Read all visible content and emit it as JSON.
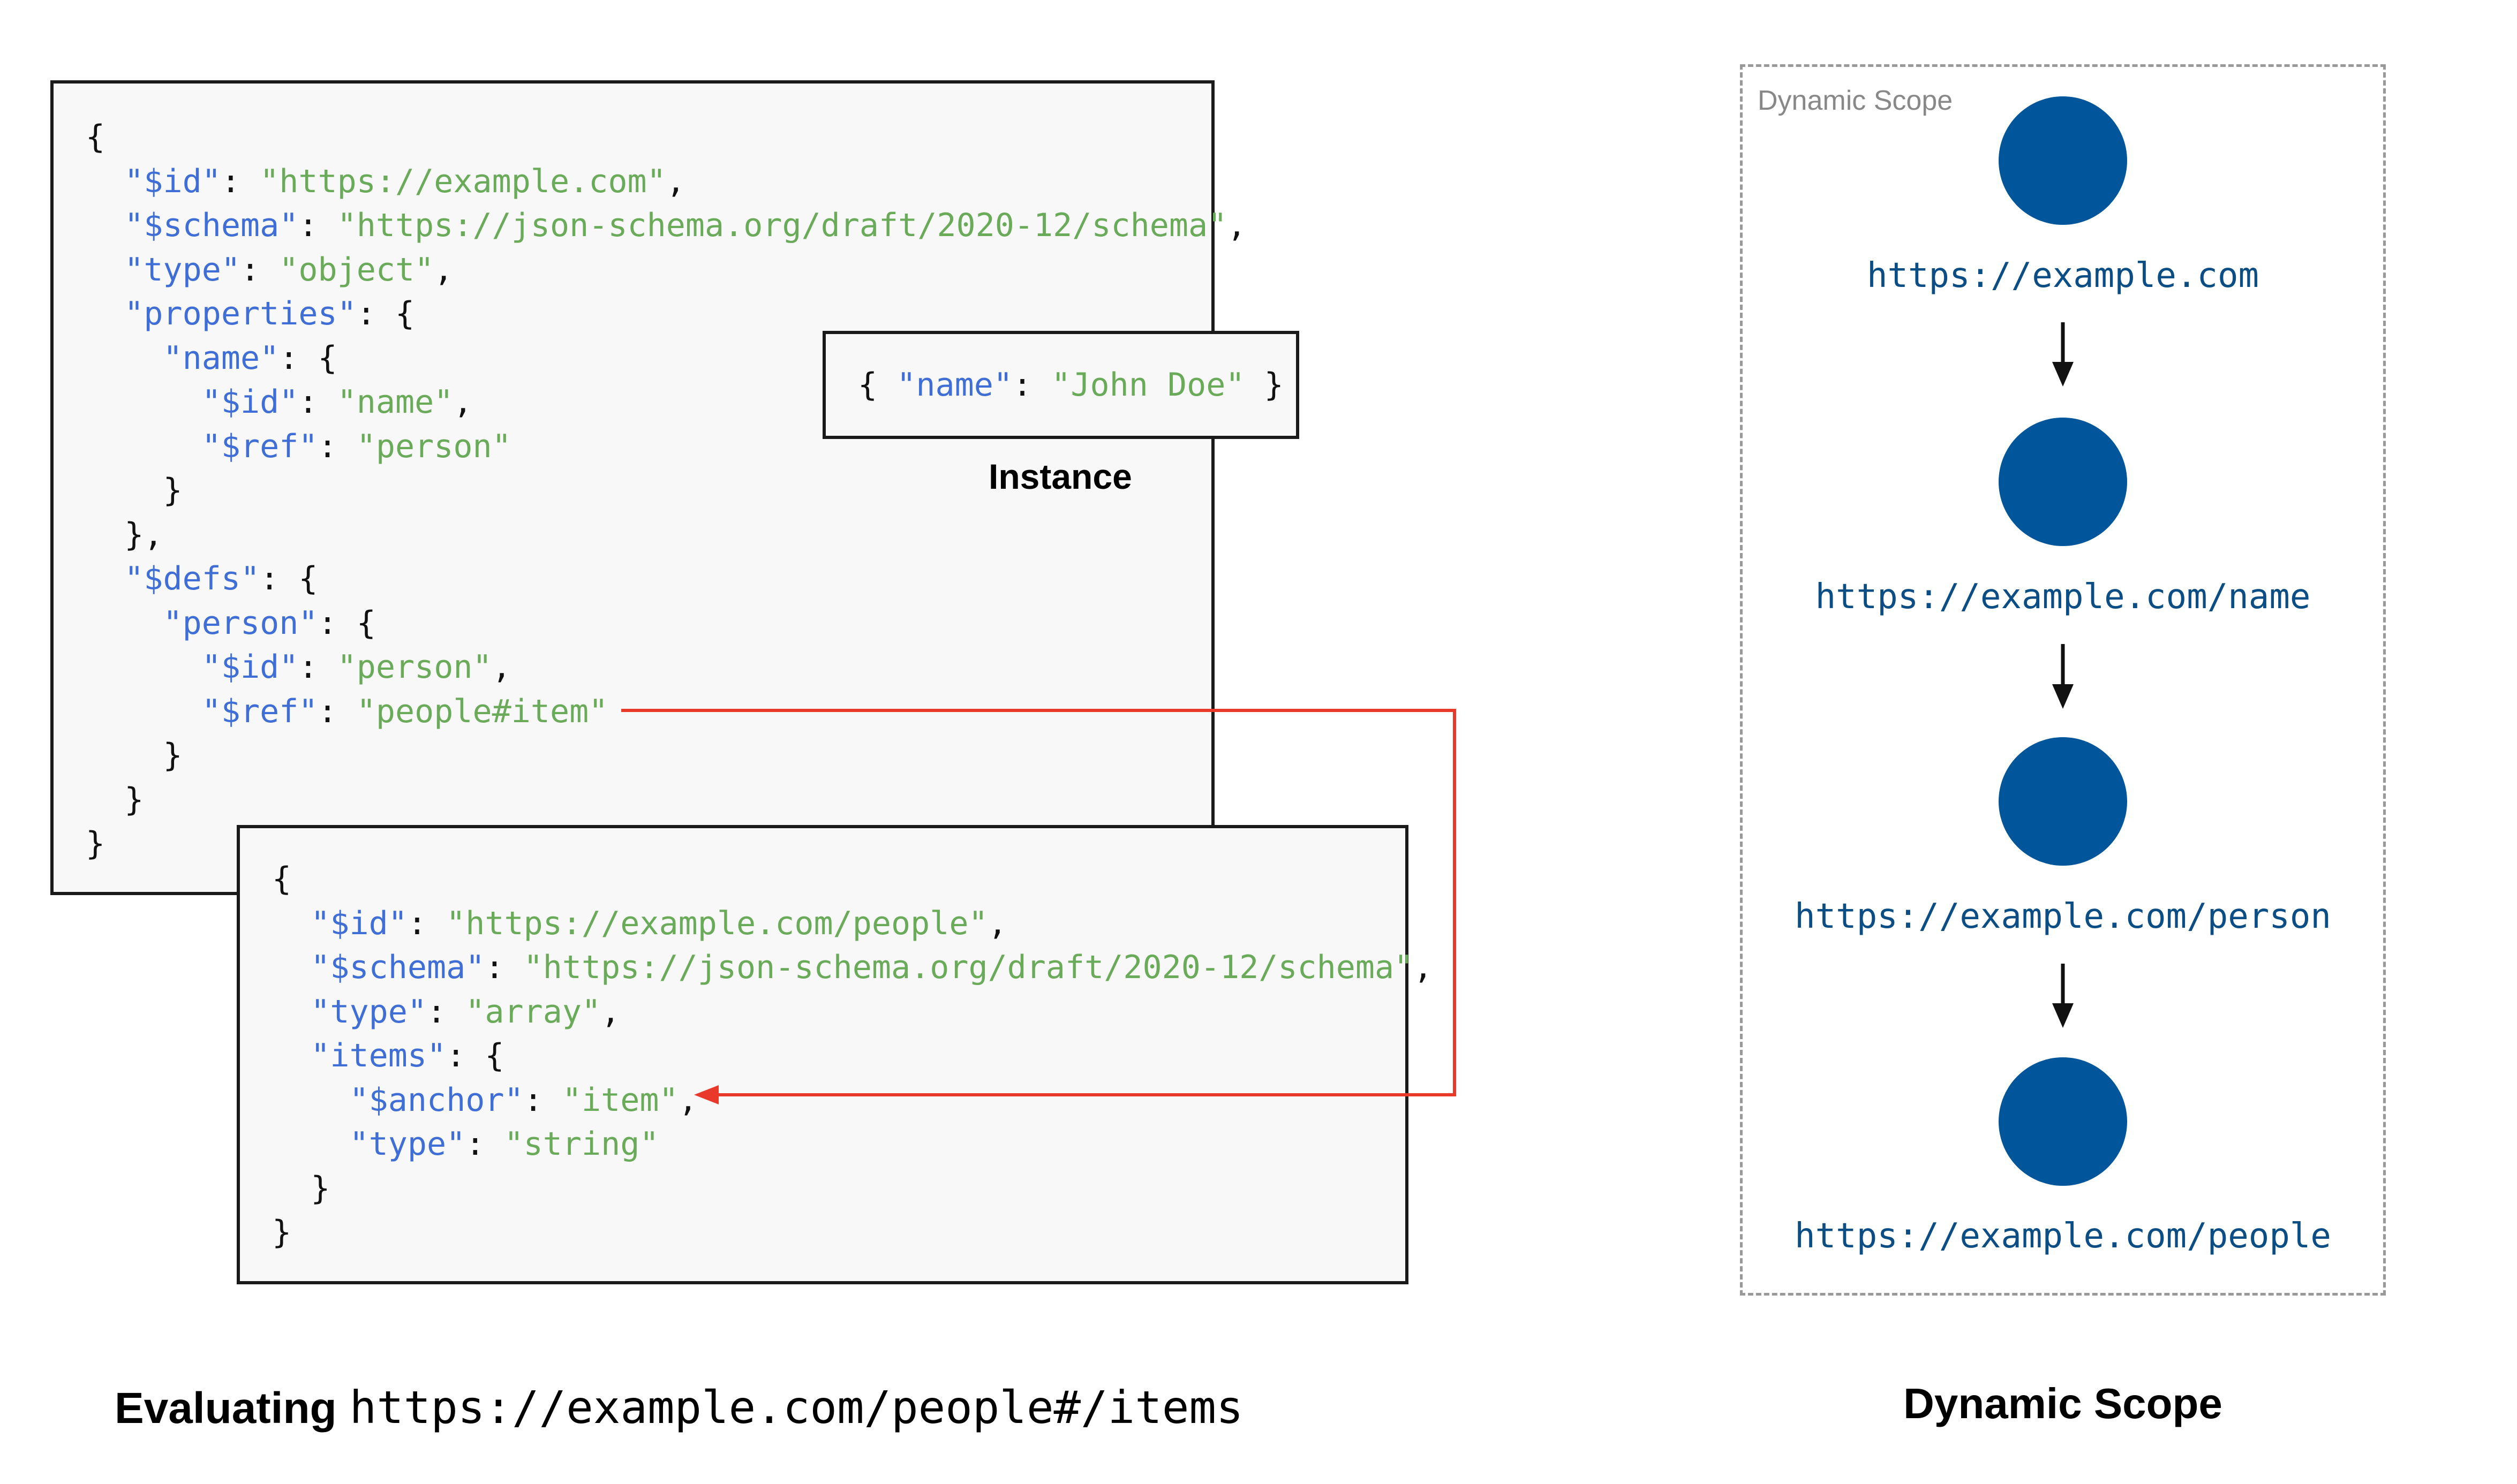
{
  "main_schema": {
    "lines": [
      [
        [
          "p",
          "{"
        ]
      ],
      [
        [
          "p",
          "  "
        ],
        [
          "k",
          "\"$id\""
        ],
        [
          "p",
          ": "
        ],
        [
          "s",
          "\"https://example.com\""
        ],
        [
          "p",
          ","
        ]
      ],
      [
        [
          "p",
          "  "
        ],
        [
          "k",
          "\"$schema\""
        ],
        [
          "p",
          ": "
        ],
        [
          "s",
          "\"https://json-schema.org/draft/2020-12/schema\""
        ],
        [
          "p",
          ","
        ]
      ],
      [
        [
          "p",
          "  "
        ],
        [
          "k",
          "\"type\""
        ],
        [
          "p",
          ": "
        ],
        [
          "s",
          "\"object\""
        ],
        [
          "p",
          ","
        ]
      ],
      [
        [
          "p",
          "  "
        ],
        [
          "k",
          "\"properties\""
        ],
        [
          "p",
          ": {"
        ]
      ],
      [
        [
          "p",
          "    "
        ],
        [
          "k",
          "\"name\""
        ],
        [
          "p",
          ": {"
        ]
      ],
      [
        [
          "p",
          "      "
        ],
        [
          "k",
          "\"$id\""
        ],
        [
          "p",
          ": "
        ],
        [
          "s",
          "\"name\""
        ],
        [
          "p",
          ","
        ]
      ],
      [
        [
          "p",
          "      "
        ],
        [
          "k",
          "\"$ref\""
        ],
        [
          "p",
          ": "
        ],
        [
          "s",
          "\"person\""
        ]
      ],
      [
        [
          "p",
          "    }"
        ]
      ],
      [
        [
          "p",
          "  },"
        ]
      ],
      [
        [
          "p",
          "  "
        ],
        [
          "k",
          "\"$defs\""
        ],
        [
          "p",
          ": {"
        ]
      ],
      [
        [
          "p",
          "    "
        ],
        [
          "k",
          "\"person\""
        ],
        [
          "p",
          ": {"
        ]
      ],
      [
        [
          "p",
          "      "
        ],
        [
          "k",
          "\"$id\""
        ],
        [
          "p",
          ": "
        ],
        [
          "s",
          "\"person\""
        ],
        [
          "p",
          ","
        ]
      ],
      [
        [
          "p",
          "      "
        ],
        [
          "k",
          "\"$ref\""
        ],
        [
          "p",
          ": "
        ],
        [
          "s",
          "\"people#item\""
        ]
      ],
      [
        [
          "p",
          "    }"
        ]
      ],
      [
        [
          "p",
          "  }"
        ]
      ],
      [
        [
          "p",
          "}"
        ]
      ]
    ]
  },
  "instance": {
    "line": [
      [
        "p",
        "{ "
      ],
      [
        "k",
        "\"name\""
      ],
      [
        "p",
        ": "
      ],
      [
        "s",
        "\"John Doe\""
      ],
      [
        "p",
        " }"
      ]
    ],
    "label": "Instance"
  },
  "people_schema": {
    "lines": [
      [
        [
          "p",
          "{"
        ]
      ],
      [
        [
          "p",
          "  "
        ],
        [
          "k",
          "\"$id\""
        ],
        [
          "p",
          ": "
        ],
        [
          "s",
          "\"https://example.com/people\""
        ],
        [
          "p",
          ","
        ]
      ],
      [
        [
          "p",
          "  "
        ],
        [
          "k",
          "\"$schema\""
        ],
        [
          "p",
          ": "
        ],
        [
          "s",
          "\"https://json-schema.org/draft/2020-12/schema\""
        ],
        [
          "p",
          ","
        ]
      ],
      [
        [
          "p",
          "  "
        ],
        [
          "k",
          "\"type\""
        ],
        [
          "p",
          ": "
        ],
        [
          "s",
          "\"array\""
        ],
        [
          "p",
          ","
        ]
      ],
      [
        [
          "p",
          "  "
        ],
        [
          "k",
          "\"items\""
        ],
        [
          "p",
          ": {"
        ]
      ],
      [
        [
          "p",
          "    "
        ],
        [
          "k",
          "\"$anchor\""
        ],
        [
          "p",
          ": "
        ],
        [
          "s",
          "\"item\""
        ],
        [
          "p",
          ","
        ]
      ],
      [
        [
          "p",
          "    "
        ],
        [
          "k",
          "\"type\""
        ],
        [
          "p",
          ": "
        ],
        [
          "s",
          "\"string\""
        ]
      ],
      [
        [
          "p",
          "  }"
        ]
      ],
      [
        [
          "p",
          "}"
        ]
      ]
    ]
  },
  "evaluating": {
    "word": "Evaluating",
    "uri": "https://example.com/people#/items"
  },
  "dynamic_scope": {
    "box_caption": "Dynamic Scope",
    "title": "Dynamic Scope",
    "nodes": [
      "https://example.com",
      "https://example.com/name",
      "https://example.com/person",
      "https://example.com/people"
    ]
  },
  "colors": {
    "key": "#3f6fd6",
    "string": "#6aab5a",
    "node": "#00559b",
    "node_url": "#0b4d85",
    "ref_arrow": "#e8392a"
  }
}
